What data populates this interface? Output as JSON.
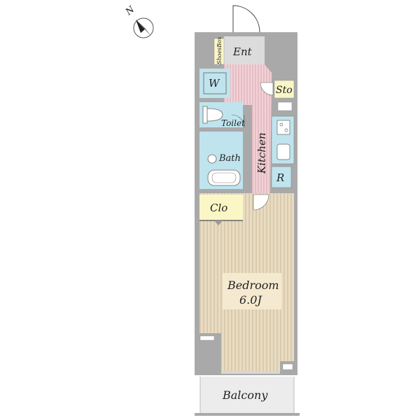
{
  "compass": {
    "letter": "N",
    "icon": "north-arrow-icon"
  },
  "rooms": {
    "entrance": "Ent",
    "shoes_box": "ShoesBox",
    "washer": "W",
    "storage": "Sto",
    "toilet": "Toilet",
    "bath": "Bath",
    "kitchen": "Kitchen",
    "refrigerator": "R",
    "closet": "Clo",
    "bedroom": "Bedroom",
    "bedroom_size": "6.0J",
    "balcony": "Balcony"
  },
  "colors": {
    "wall": "#a9a9a9",
    "wood_floor": "#e9dcc2",
    "wood_stripe": "#cbb896",
    "kitchen_floor": "#f2d3d8",
    "kitchen_stripe": "#d9a6b0",
    "wet_area": "#bfe4ee",
    "closet": "#fbf6c6",
    "entrance": "#dcdcdc",
    "balcony": "#ececec"
  }
}
